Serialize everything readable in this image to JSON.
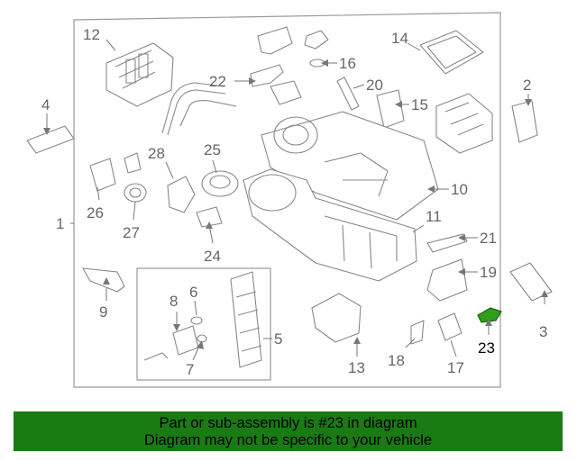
{
  "callouts": [
    {
      "id": "1",
      "label": "1"
    },
    {
      "id": "2",
      "label": "2"
    },
    {
      "id": "3",
      "label": "3"
    },
    {
      "id": "4",
      "label": "4"
    },
    {
      "id": "5",
      "label": "5"
    },
    {
      "id": "6",
      "label": "6"
    },
    {
      "id": "7",
      "label": "7"
    },
    {
      "id": "8",
      "label": "8"
    },
    {
      "id": "9",
      "label": "9"
    },
    {
      "id": "10",
      "label": "10"
    },
    {
      "id": "11",
      "label": "11"
    },
    {
      "id": "12",
      "label": "12"
    },
    {
      "id": "13",
      "label": "13"
    },
    {
      "id": "14",
      "label": "14"
    },
    {
      "id": "15",
      "label": "15"
    },
    {
      "id": "16",
      "label": "16"
    },
    {
      "id": "17",
      "label": "17"
    },
    {
      "id": "18",
      "label": "18"
    },
    {
      "id": "19",
      "label": "19"
    },
    {
      "id": "20",
      "label": "20"
    },
    {
      "id": "21",
      "label": "21"
    },
    {
      "id": "22",
      "label": "22"
    },
    {
      "id": "23",
      "label": "23"
    },
    {
      "id": "24",
      "label": "24"
    },
    {
      "id": "25",
      "label": "25"
    },
    {
      "id": "26",
      "label": "26"
    },
    {
      "id": "27",
      "label": "27"
    },
    {
      "id": "28",
      "label": "28"
    }
  ],
  "highlighted_part": "23",
  "colors": {
    "banner_bg": "#1a7a14",
    "highlight_part": "#2e9e1c",
    "line": "#888888"
  },
  "banner": {
    "line1": "Part or sub-assembly is #23 in diagram",
    "line2": "Diagram may not be specific to your vehicle"
  }
}
